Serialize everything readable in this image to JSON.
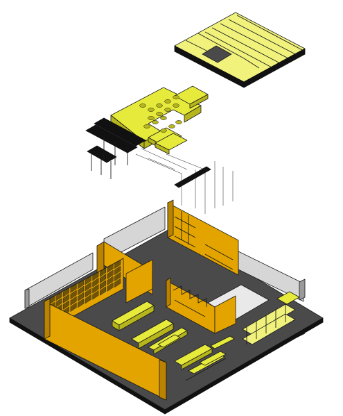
{
  "figure": {
    "kind": "exploded-axonometric",
    "colors": {
      "background": "#ffffff",
      "outline": "#1a1a1a",
      "floor": "#4a4a4a",
      "floor_light": "#e9e9e9",
      "ochre": "#e3a400",
      "ochre_dark": "#b98200",
      "ochre_shade": "#cf9300",
      "lime": "#e6ea3a",
      "lime_pale": "#f0f27c",
      "lime_dark": "#b7b51c",
      "grey_wall": "#d6d6d6",
      "grey_wall_dark": "#9a9a9a",
      "black": "#111111",
      "white": "#ffffff"
    },
    "layers": [
      "roof-slab",
      "ceiling-canopy",
      "light-track-left",
      "light-track-right",
      "ground-floor"
    ]
  }
}
